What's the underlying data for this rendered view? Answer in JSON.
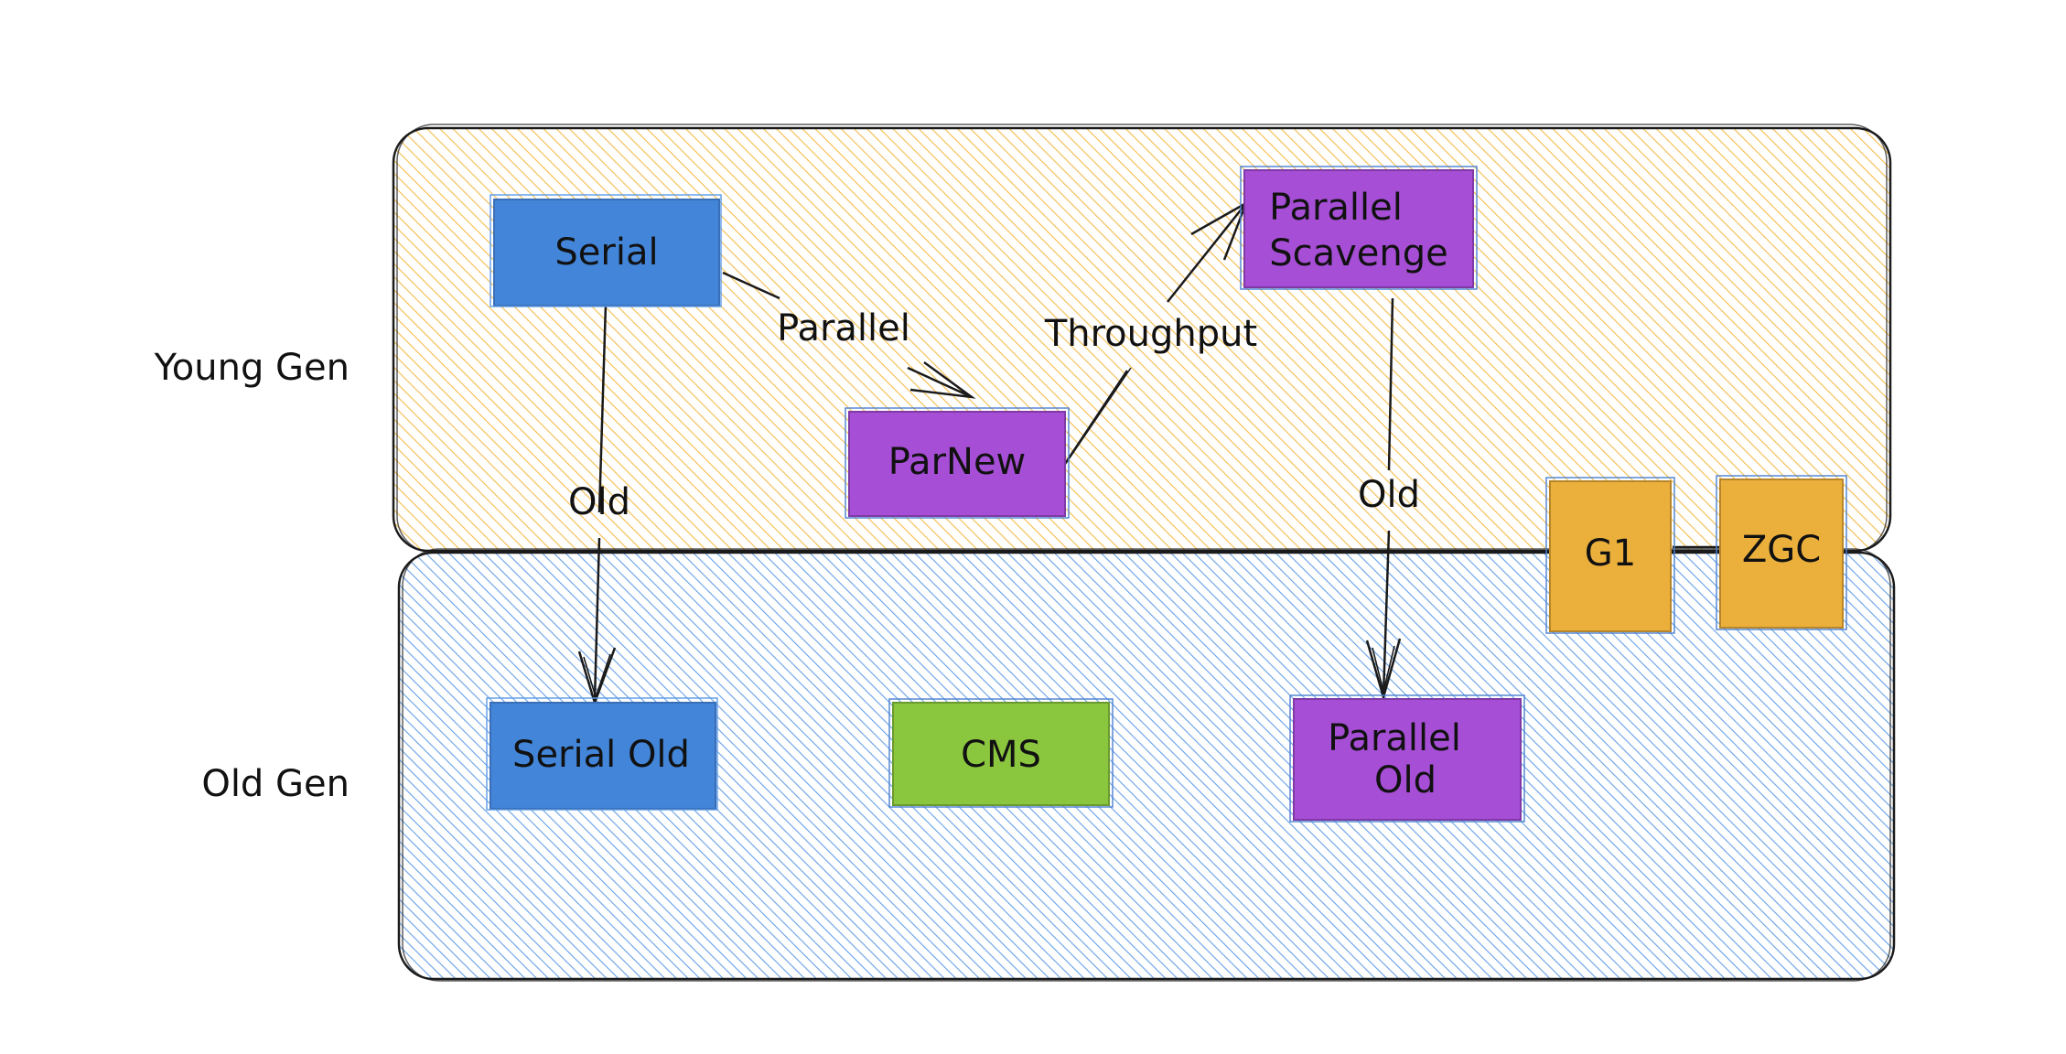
{
  "rows": {
    "young_label": "Young Gen",
    "old_label": "Old Gen"
  },
  "colors": {
    "young_region": "#F2B02C",
    "old_region": "#4A90E2",
    "blue_box": "#4285D9",
    "purple_box": "#A64ED6",
    "green_box": "#8BC63F",
    "orange_box": "#EBB03C",
    "outline": "#1a1a1a"
  },
  "collectors": {
    "serial": "Serial",
    "parnew": "ParNew",
    "parallel_scavenge_1": "Parallel",
    "parallel_scavenge_2": "Scavenge",
    "serial_old": "Serial Old",
    "cms": "CMS",
    "parallel_old_1": "Parallel",
    "parallel_old_2": "Old",
    "g1": "G1",
    "zgc": "ZGC"
  },
  "edges": {
    "serial_to_serial_old": "Old",
    "serial_to_parnew": "Parallel",
    "parnew_to_parallel_scavenge": "Throughput",
    "parallel_scavenge_to_parallel_old": "Old"
  }
}
